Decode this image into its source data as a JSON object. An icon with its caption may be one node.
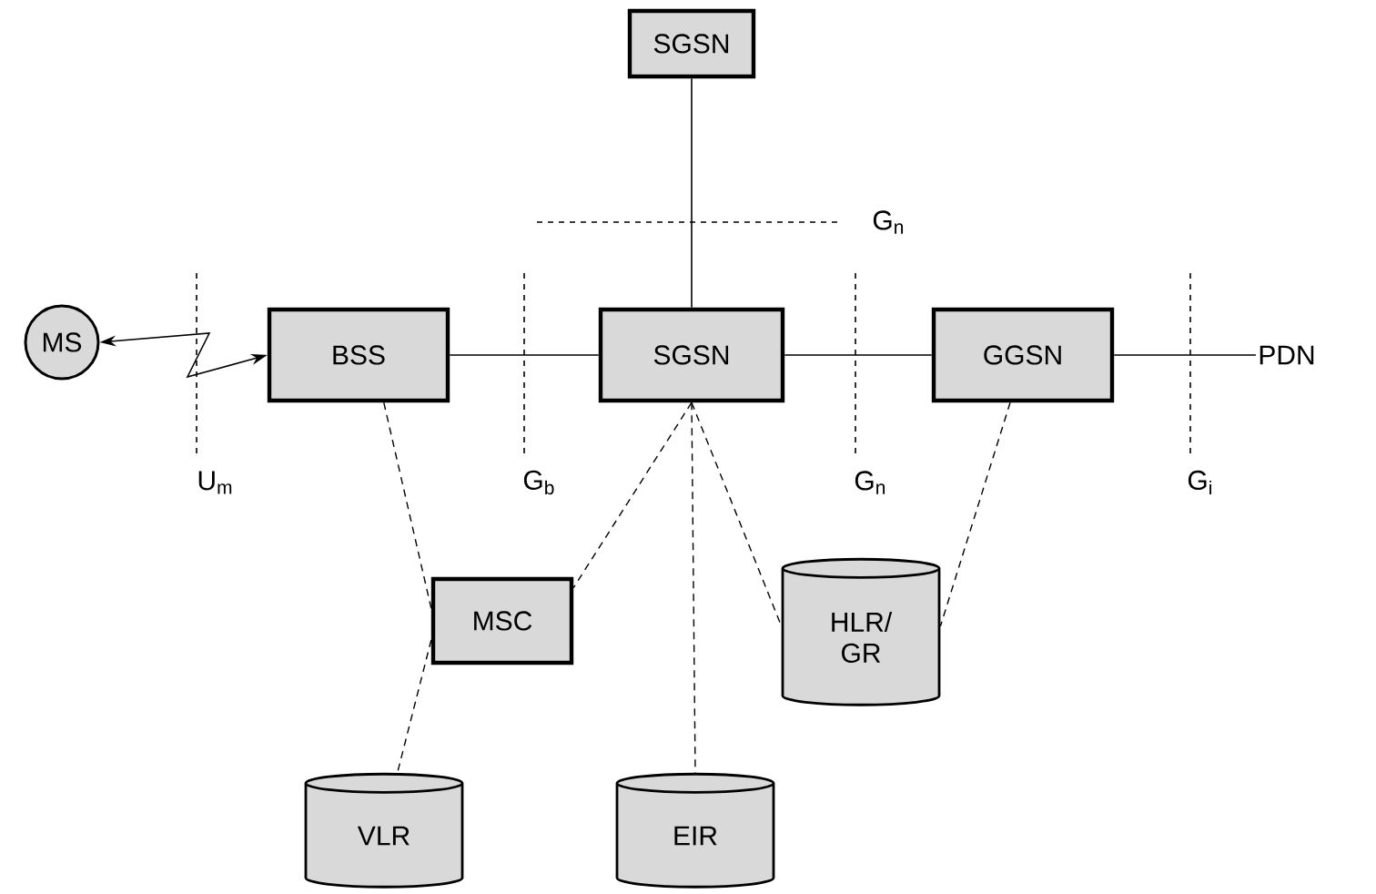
{
  "diagram": {
    "nodes": [
      {
        "text": [
          "SGSN"
        ]
      },
      {
        "text": [
          "MS"
        ]
      },
      {
        "text": [
          "BSS"
        ]
      },
      {
        "text": [
          "SGSN"
        ]
      },
      {
        "text": [
          "GGSN"
        ]
      },
      {
        "text": [
          "PDN"
        ]
      },
      {
        "text": [
          "MSC"
        ]
      },
      {
        "text": [
          "HLR/ GR"
        ]
      },
      {
        "text": [
          "VLR"
        ]
      },
      {
        "text": [
          "EIR"
        ]
      }
    ],
    "edges": [
      {
        "from": 0,
        "to": 3,
        "arrow": "none"
      },
      {
        "from": 1,
        "to": 2,
        "arrow": "both"
      },
      {
        "from": 2,
        "to": 3,
        "arrow": "none"
      },
      {
        "from": 3,
        "to": 4,
        "arrow": "none"
      },
      {
        "from": 4,
        "to": 5,
        "arrow": "none"
      },
      {
        "from": 2,
        "to": 6,
        "arrow": "none",
        "style": "dashed"
      },
      {
        "from": 3,
        "to": 6,
        "arrow": "none",
        "style": "dashed"
      },
      {
        "from": 3,
        "to": 9,
        "arrow": "none",
        "style": "dashed"
      },
      {
        "from": 3,
        "to": 7,
        "arrow": "none",
        "style": "dashed"
      },
      {
        "from": 4,
        "to": 7,
        "arrow": "none",
        "style": "dashed"
      },
      {
        "from": 6,
        "to": 8,
        "arrow": "none",
        "style": "dashed"
      }
    ],
    "labels": [
      "G$_{n}$",
      "U$_{m}$",
      "G$_{b}$",
      "G$_{n}$",
      "G$_{i}$"
    ]
  }
}
